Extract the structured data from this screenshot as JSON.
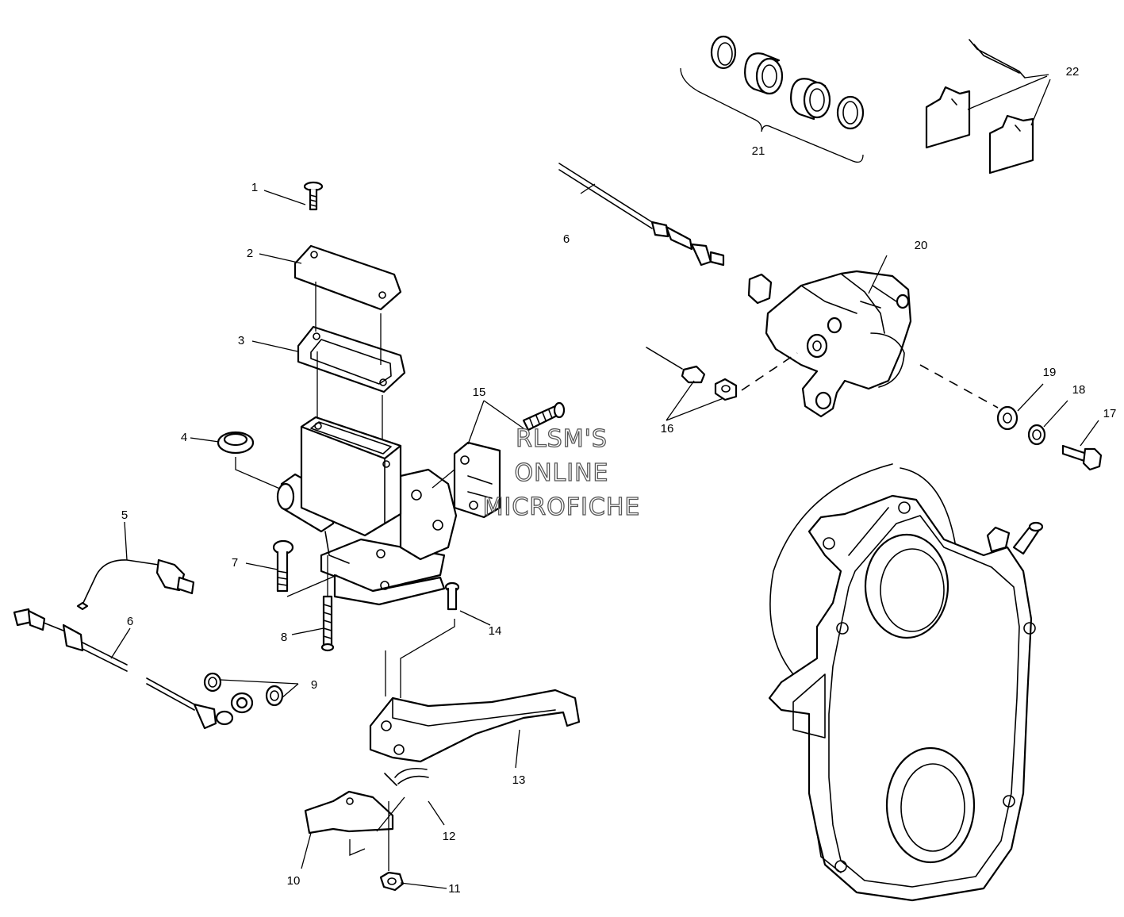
{
  "watermark": {
    "line1": "RLSM'S",
    "line2": "ONLINE",
    "line3": "MICROFICHE"
  },
  "callouts": [
    "1",
    "2",
    "3",
    "4",
    "5",
    "6",
    "6",
    "7",
    "8",
    "9",
    "10",
    "11",
    "12",
    "13",
    "14",
    "15",
    "16",
    "17",
    "18",
    "19",
    "20",
    "21",
    "22"
  ]
}
